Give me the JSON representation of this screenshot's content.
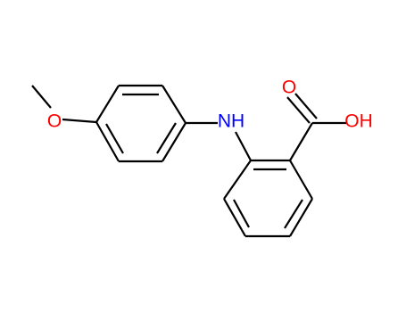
{
  "molecule": {
    "labels": {
      "methoxy_oxygen": "O",
      "amine": "NH",
      "carbonyl_oxygen": "O",
      "hydroxyl": "OH"
    },
    "colors": {
      "oxygen": "#ff0000",
      "nitrogen": "#0000ff",
      "bond": "#000000",
      "background": "#ffffff"
    }
  }
}
